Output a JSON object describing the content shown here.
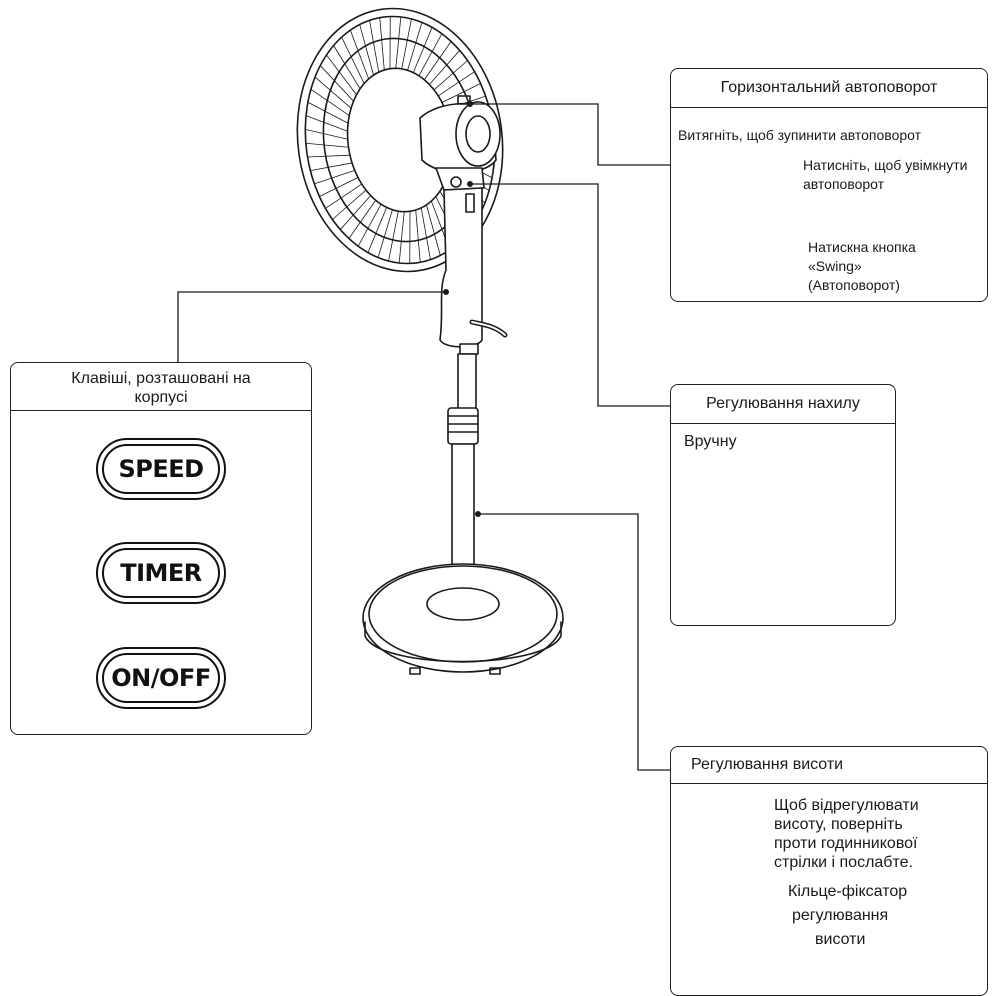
{
  "keys_panel": {
    "title": "Клавіші, розташовані на корпусі",
    "title_line1": "Клавіші, розташовані на",
    "title_line2": "корпусі",
    "keys": [
      "SPEED",
      "TIMER",
      "ON/OFF"
    ]
  },
  "swing_panel": {
    "title": "Горизонтальний автоповорот",
    "pull_text": "Витягніть, щоб зупинити автоповорот",
    "press_line1": "Натисніть, щоб увімкнути",
    "press_line2": "автоповорот",
    "button_line1": "Натискна кнопка",
    "button_line2": "«Swing»",
    "button_line3": "(Автоповорот)"
  },
  "tilt_panel": {
    "title": "Регулювання нахилу",
    "manual": "Вручну"
  },
  "height_panel": {
    "title": "Регулювання висоти",
    "instruction_line1": "Щоб відрегулювати",
    "instruction_line2": "висоту, поверніть",
    "instruction_line3": "проти годинникової",
    "instruction_line4": "стрілки і послабте.",
    "ring_line1": "Кільце-фіксатор",
    "ring_line2": "регулювання",
    "ring_line3": "висоти"
  }
}
